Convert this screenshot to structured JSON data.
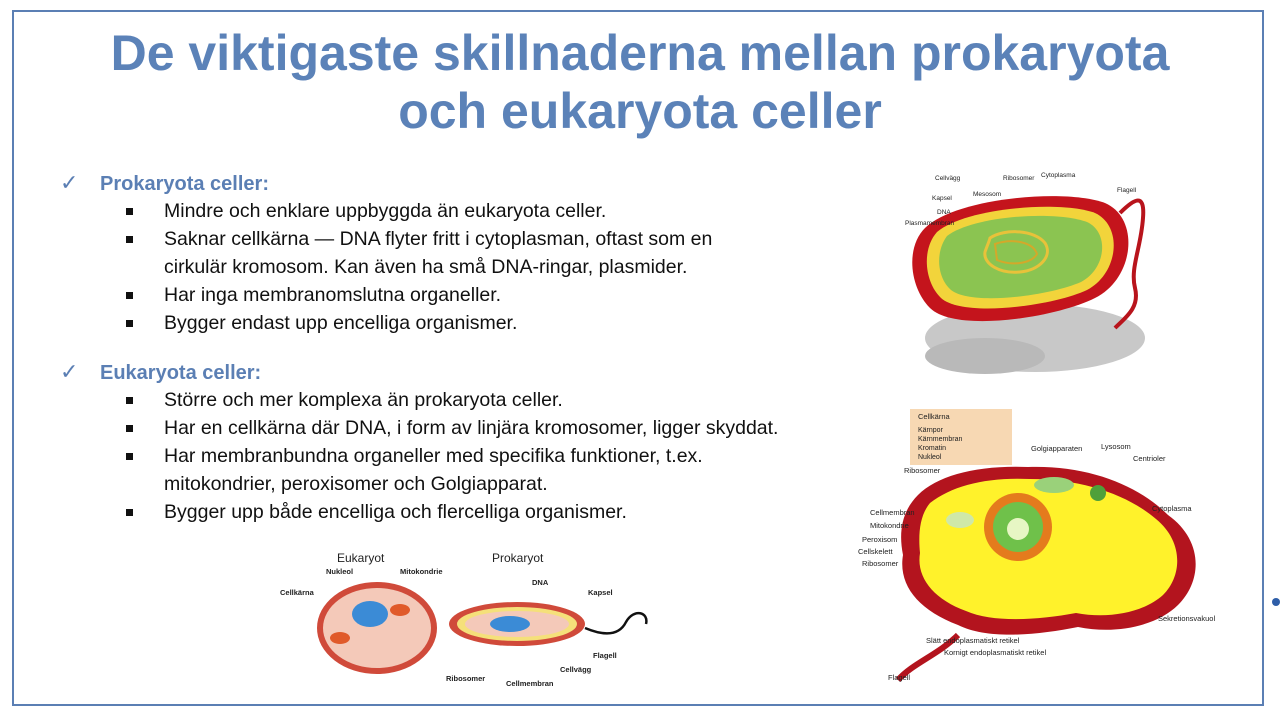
{
  "title_line1": "De viktigaste skillnaderna mellan prokaryota",
  "title_line2": "och eukaryota celler",
  "check_glyph": "✓",
  "sections": [
    {
      "heading": "Prokaryota celler:",
      "items": [
        "Mindre och enklare uppbyggda än eukaryota celler.",
        "Saknar cellkärna — DNA flyter fritt i cytoplasman, oftast som en cirkulär kromosom. Kan även ha små DNA-ringar, plasmider.",
        "Har inga membranomslutna organeller.",
        "Bygger endast upp encelliga organismer."
      ]
    },
    {
      "heading": "Eukaryota celler:",
      "items": [
        "Större och mer komplexa än prokaryota celler.",
        "Har en cellkärna där DNA, i form av linjära kromosomer, ligger skyddat.",
        "Har membranbundna organeller med specifika funktioner, t.ex. mitokondrier, peroxisomer och Golgiapparat.",
        "Bygger upp både encelliga och flercelliga organismer."
      ]
    }
  ],
  "prokaryote_diagram": {
    "labels": {
      "cellvagg": "Cellvägg",
      "ribosomer": "Ribosomer",
      "cytoplasma": "Cytoplasma",
      "mesosom": "Mesosom",
      "kapsel": "Kapsel",
      "flagell": "Flagell",
      "dna": "DNA",
      "plasmamembran": "Plasmamembran"
    }
  },
  "eukaryote_diagram": {
    "box_title": "Cellkärna",
    "box_items": [
      "Kärnpor",
      "Kärnmembran",
      "Kromatin",
      "Nukleol"
    ],
    "labels": {
      "golgi": "Golgiapparaten",
      "lysosom": "Lysosom",
      "centrioler": "Centrioler",
      "ribosomer_top": "Ribosomer",
      "cellmembran": "Cellmembran",
      "mitokondrie": "Mitokondrie",
      "peroxisom": "Peroxisom",
      "cellskelett": "Cellskelett",
      "ribosomer": "Ribosomer",
      "cytoplasma": "Cytoplasma",
      "sekretionsvakuol": "Sekretionsvakuol",
      "slatt_er": "Slätt endoplasmatiskt retikel",
      "kornigt_er": "Kornigt endoplasmatiskt retikel",
      "flagell": "Flagell"
    }
  },
  "comparison_diagram": {
    "eukaryot_title": "Eukaryot",
    "prokaryot_title": "Prokaryot",
    "labels": {
      "nukleol": "Nukleol",
      "mitokondrie": "Mitokondrie",
      "cellkarna": "Cellkärna",
      "ribosomer": "Ribosomer",
      "dna": "DNA",
      "kapsel": "Kapsel",
      "flagell": "Flagell",
      "cellvagg": "Cellvägg",
      "cellmembran": "Cellmembran"
    }
  },
  "colors": {
    "title": "#5b82b8",
    "heading": "#5b7fb4",
    "frame": "#5b7fb4"
  }
}
